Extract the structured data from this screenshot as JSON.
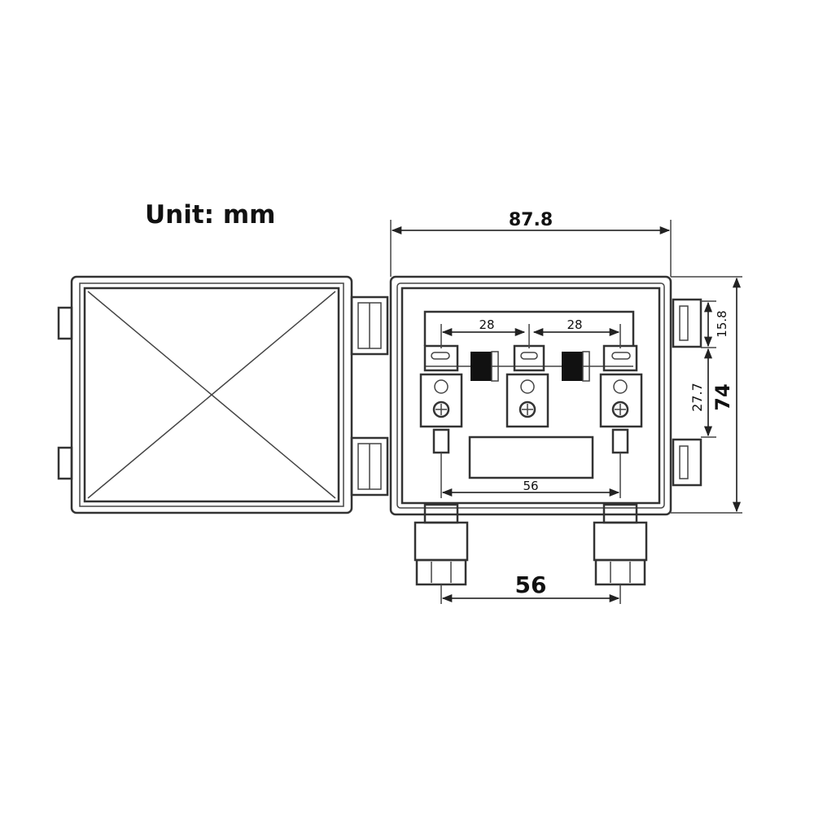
{
  "unit_label": "Unit: mm",
  "dimensions": {
    "overall_width": "87.8",
    "terminal_pitch_left": "28",
    "terminal_pitch_right": "28",
    "inner_span": "56",
    "gland_spacing": "56",
    "tab_height": "15.8",
    "tab_spacing": "27.7",
    "overall_height": "74"
  }
}
